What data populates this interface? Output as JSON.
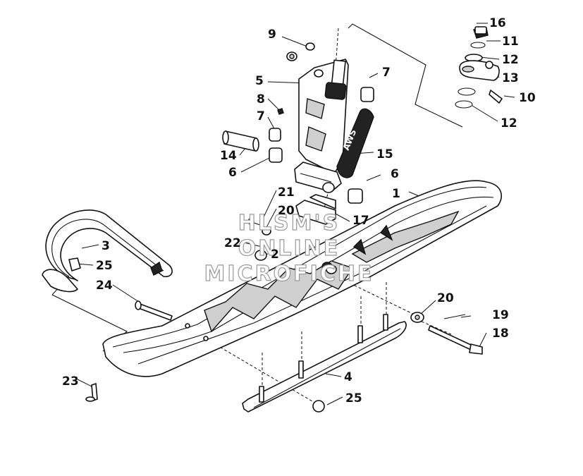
{
  "diagram": {
    "callouts": [
      "16",
      "11",
      "12",
      "13",
      "10",
      "12",
      "9",
      "5",
      "7",
      "8",
      "7",
      "14",
      "6",
      "15",
      "6",
      "1",
      "21",
      "20",
      "17",
      "22",
      "2",
      "3",
      "25",
      "24",
      "20",
      "19",
      "18",
      "23",
      "4",
      "25"
    ]
  },
  "watermark": {
    "lines": [
      "HLSM'S",
      "ONLINE",
      "MICROFICHE"
    ]
  }
}
